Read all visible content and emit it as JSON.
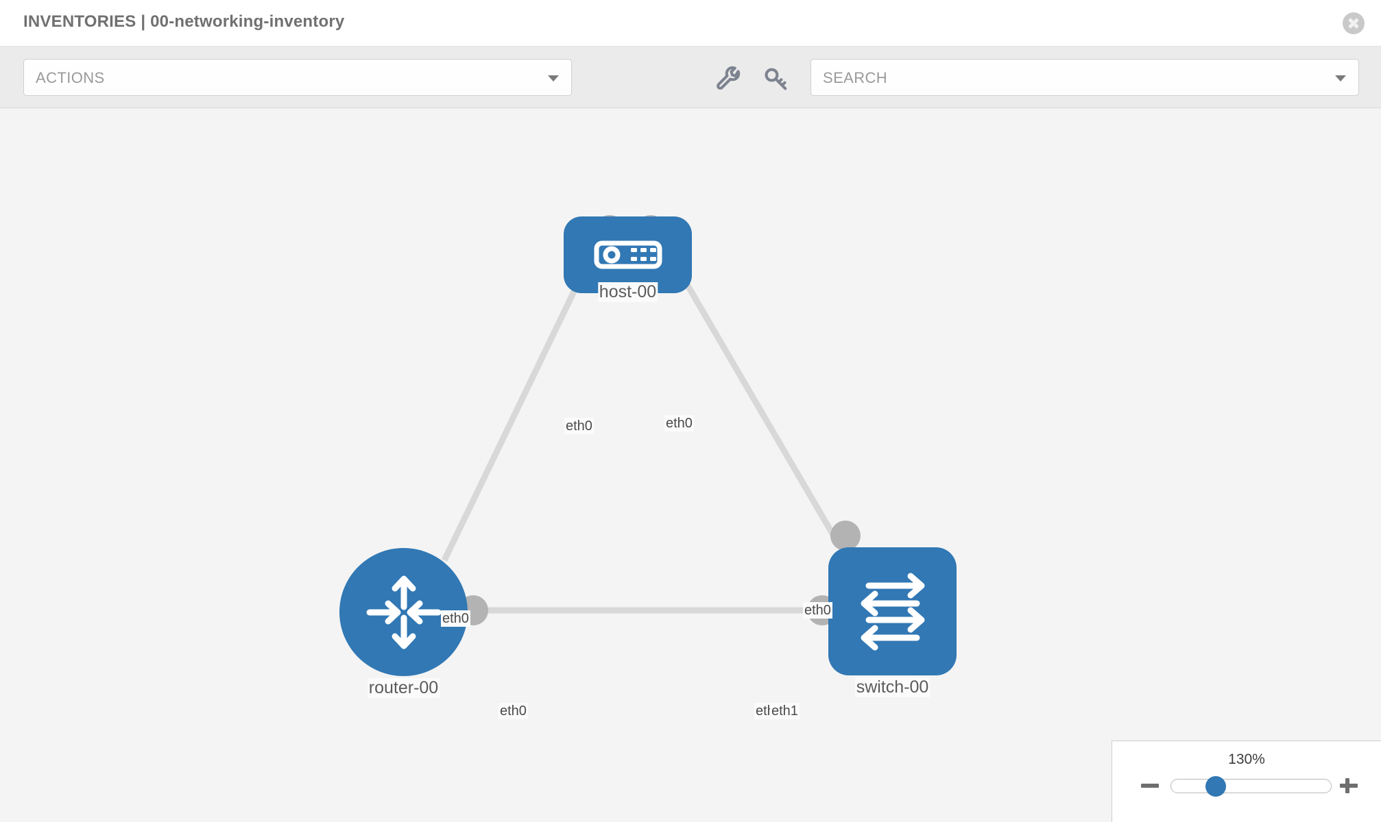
{
  "header": {
    "title": "INVENTORIES | 00-networking-inventory",
    "close_icon": "close-icon"
  },
  "toolbar": {
    "actions_label": "ACTIONS",
    "search_placeholder": "SEARCH",
    "wrench_icon": "wrench-icon",
    "key_icon": "key-icon",
    "caret_icon": "chevron-down-icon"
  },
  "topology": {
    "nodes": [
      {
        "id": "host",
        "label": "host-00",
        "icon": "server-icon",
        "shape": "rounded-rect",
        "color": "#3178b4"
      },
      {
        "id": "router",
        "label": "router-00",
        "icon": "router-icon",
        "shape": "circle",
        "color": "#3178b4"
      },
      {
        "id": "switch",
        "label": "switch-00",
        "icon": "switch-icon",
        "shape": "rounded-square",
        "color": "#3178b4"
      }
    ],
    "interface_labels": [
      {
        "id": "host-left",
        "text": "eth0"
      },
      {
        "id": "host-right",
        "text": "eth0"
      },
      {
        "id": "router-uplink",
        "text": "eth0"
      },
      {
        "id": "switch-uplink",
        "text": "eth0"
      },
      {
        "id": "router-lan",
        "text": "eth0"
      },
      {
        "id": "switch-lan-under",
        "text": "eth"
      },
      {
        "id": "switch-lan",
        "text": "eth1"
      }
    ],
    "link_color": "#d8d8d8",
    "connector_color": "#b3b3b3"
  },
  "zoom_control": {
    "value": "130%",
    "minus_label": "minus-button",
    "plus_label": "plus-button"
  }
}
